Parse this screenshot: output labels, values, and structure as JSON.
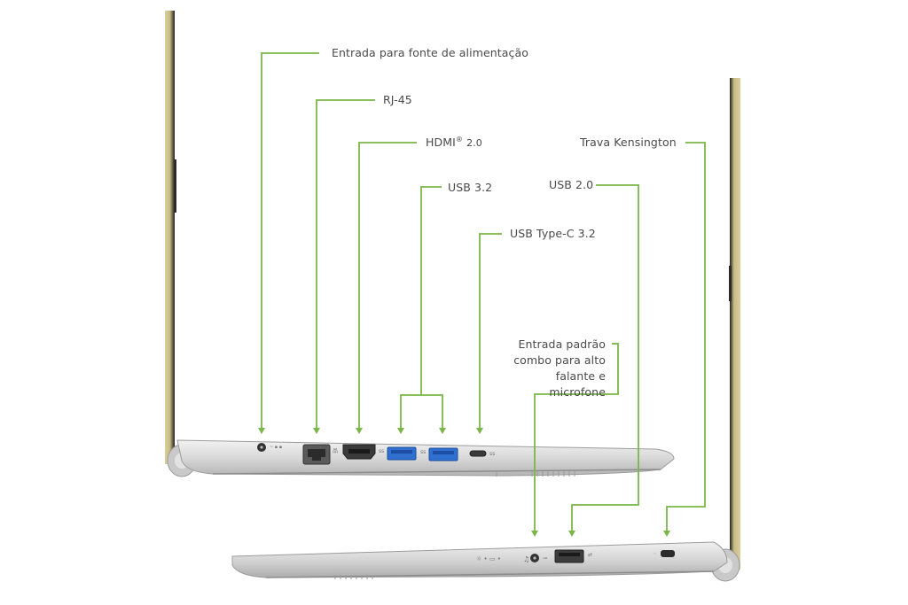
{
  "accent_color": "#7ab648",
  "labels": {
    "power": "Entrada para fonte de alimentação",
    "rj45": "RJ-45",
    "hdmi_main": "HDMI",
    "hdmi_sup": "®",
    "hdmi_version": "2.0",
    "usb32": "USB 3.2",
    "usbc": "USB Type-C 3.2",
    "kensington": "Trava Kensington",
    "usb20": "USB 2.0",
    "audio_line1": "Entrada padrão",
    "audio_line2": "combo para alto",
    "audio_line3": "falante e microfone"
  },
  "icons": {
    "power_port": "dc-power-port-icon",
    "rj45_port": "ethernet-port-icon",
    "hdmi_port": "hdmi-port-icon",
    "usb_a_port": "usb-a-port-icon",
    "usb_c_port": "usb-c-port-icon",
    "audio_jack": "audio-jack-icon",
    "kensington_slot": "kensington-lock-icon"
  }
}
